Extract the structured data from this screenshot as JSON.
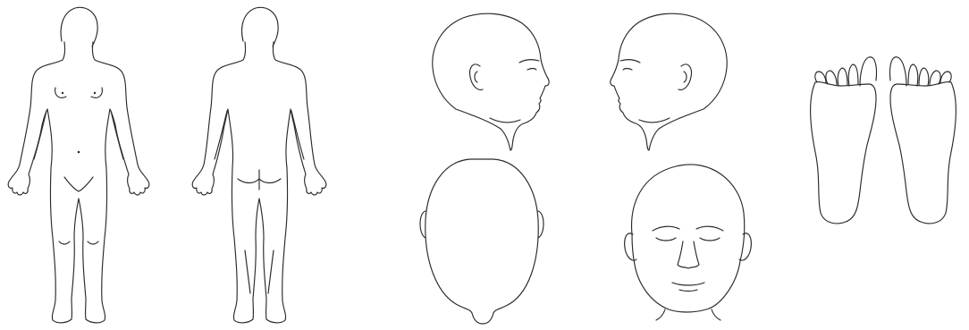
{
  "figures": [
    {
      "name": "body-front-view",
      "label": ""
    },
    {
      "name": "body-back-view",
      "label": ""
    },
    {
      "name": "head-right-profile",
      "label": ""
    },
    {
      "name": "head-left-profile",
      "label": ""
    },
    {
      "name": "head-top-view",
      "label": ""
    },
    {
      "name": "head-front-view",
      "label": ""
    },
    {
      "name": "foot-soles",
      "label": ""
    }
  ],
  "colors": {
    "background": "#ffffff",
    "stroke": "#2a2a2a"
  }
}
